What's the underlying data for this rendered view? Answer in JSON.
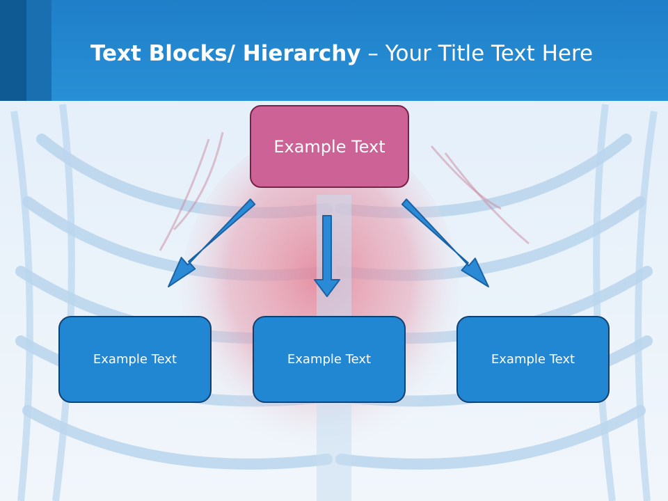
{
  "title": {
    "bold": "Text Blocks/ Hierarchy",
    "rest": " – Your Title Text Here"
  },
  "diagram": {
    "top": {
      "label": "Example Text"
    },
    "children": [
      {
        "label": "Example Text"
      },
      {
        "label": "Example Text"
      },
      {
        "label": "Example Text"
      }
    ]
  },
  "colors": {
    "header": "#2890d6",
    "top_box": "#cc6295",
    "child_box": "#2287d3",
    "arrow": "#2a8ad6"
  }
}
